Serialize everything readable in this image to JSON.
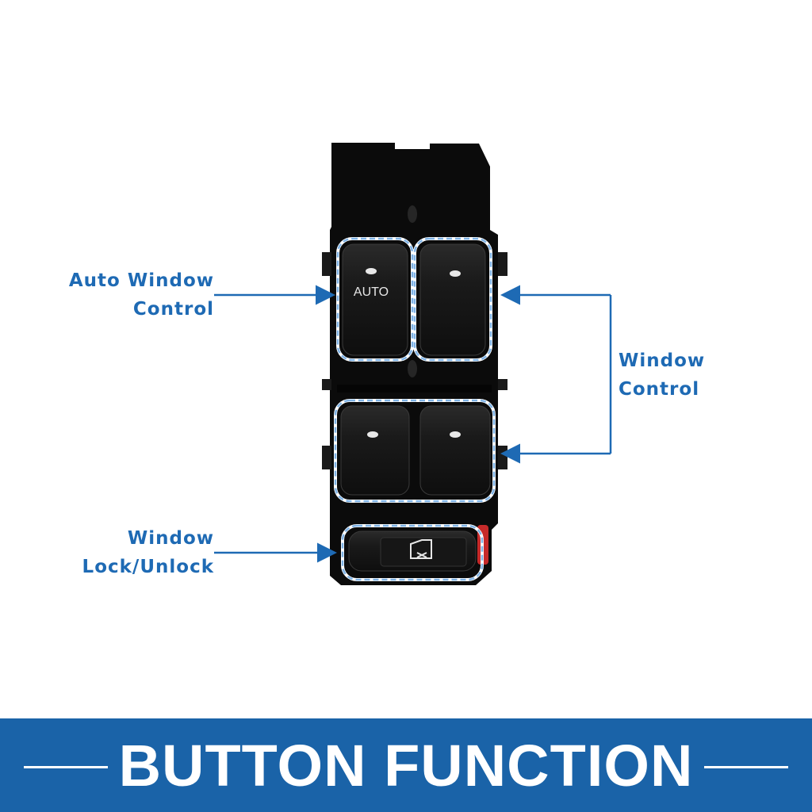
{
  "callouts": {
    "auto_window": [
      "Auto Window",
      "Control"
    ],
    "window_control": [
      "Window",
      "Control"
    ],
    "window_lock": [
      "Window",
      "Lock/Unlock"
    ]
  },
  "switch": {
    "auto_label": "AUTO"
  },
  "banner": {
    "title": "BUTTON FUNCTION"
  },
  "colors": {
    "accent": "#1e6ab4",
    "banner": "#1a63a8",
    "housing": "#111111",
    "outline": "#dbe8f7"
  },
  "icons": [
    "window-lock-icon"
  ]
}
